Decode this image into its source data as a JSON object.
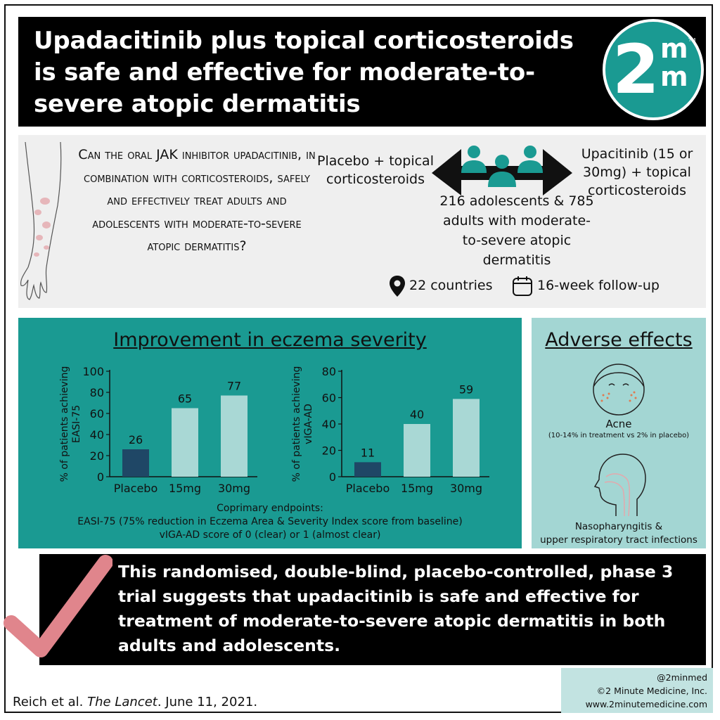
{
  "header": {
    "title": "Upadacitinib plus topical corticosteroids is safe and effective for moderate-to-severe atopic dermatitis",
    "logo": {
      "big": "2",
      "m1": "m",
      "m2": "m",
      "tm": "TM"
    }
  },
  "question": {
    "text": "Can the oral JAK inhibitor upadacitinib, in combination with corticosteroids, safely and effectively treat adults and adolescents with moderate-to-severe atopic dermatitis?",
    "arm_left": "Placebo + topical corticosteroids",
    "arm_right": "Upacitinib (15 or 30mg) + topical corticosteroids",
    "population": "216 adolescents & 785 adults with moderate-to-severe atopic dermatitis",
    "countries": "22 countries",
    "follow_up": "16-week follow-up"
  },
  "results": {
    "title": "Improvement in eczema severity",
    "footnote_1": "Coprimary endpoints:",
    "footnote_2": "EASI-75 (75% reduction in Eczema Area & Severity Index score from baseline)",
    "footnote_3": "vIGA-AD score of 0 (clear) or 1 (almost clear)"
  },
  "adverse": {
    "title": "Adverse effects",
    "acne": "Acne",
    "acne_detail": "(10-14% in treatment vs 2% in placebo)",
    "naso_1": "Nasopharyngitis &",
    "naso_2": "upper respiratory tract infections"
  },
  "conclusion": {
    "text": "This randomised, double-blind, placebo-controlled, phase 3 trial suggests that upadacitinib is safe and effective for treatment of moderate-to-severe atopic dermatitis in both adults and adolescents."
  },
  "footer": {
    "citation_authors": "Reich et al. ",
    "citation_journal": "The Lancet",
    "citation_date": ". June 11, 2021.",
    "handle": "@2minmed",
    "company": "©2 Minute Medicine, Inc.",
    "website": "www.2minutemedicine.com"
  },
  "colors": {
    "teal": "#1a9a92",
    "light_teal": "#a3d6d3",
    "bar_placebo": "#1f4766",
    "bar_treatment": "#a9d8d5",
    "check_pink": "#e0858c"
  },
  "icons": [
    "arm-rash-icon",
    "double-arrow-icon",
    "people-icon",
    "location-pin-icon",
    "calendar-icon",
    "acne-face-icon",
    "head-profile-icon",
    "checkmark-icon"
  ],
  "chart_data": [
    {
      "type": "bar",
      "categories": [
        "Placebo",
        "15mg",
        "30mg"
      ],
      "values": [
        26,
        65,
        77
      ],
      "data_labels": [
        "26",
        "65",
        "77"
      ],
      "ylabel": "% of patients achieving EASI-75",
      "ylim": [
        0,
        100
      ],
      "yticks": [
        0,
        20,
        40,
        60,
        80,
        100
      ],
      "grid": false,
      "bar_colors": [
        "#1f4766",
        "#a9d8d5",
        "#a9d8d5"
      ]
    },
    {
      "type": "bar",
      "categories": [
        "Placebo",
        "15mg",
        "30mg"
      ],
      "values": [
        11,
        40,
        59
      ],
      "data_labels": [
        "11",
        "40",
        "59"
      ],
      "ylabel": "% of patients achieving vIGA-AD",
      "ylim": [
        0,
        80
      ],
      "yticks": [
        0,
        20,
        40,
        60,
        80
      ],
      "grid": false,
      "bar_colors": [
        "#1f4766",
        "#a9d8d5",
        "#a9d8d5"
      ]
    }
  ]
}
